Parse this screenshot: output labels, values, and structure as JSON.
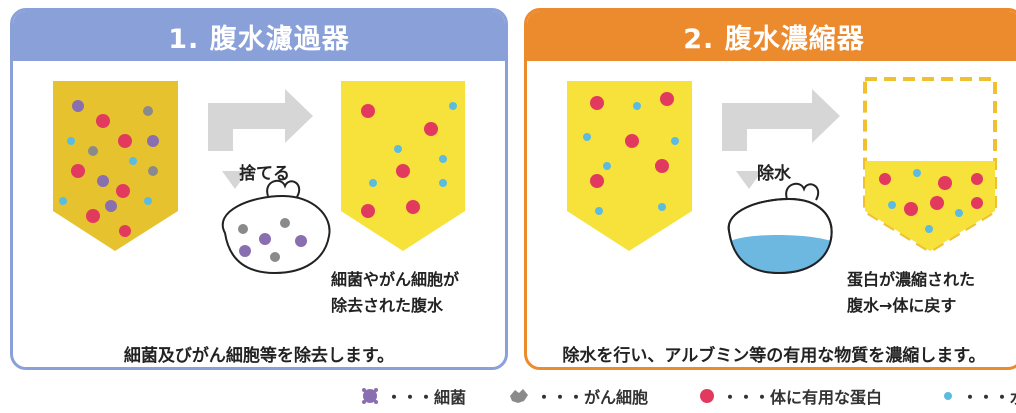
{
  "panel1": {
    "title": "1. 腹水濾過器",
    "discard_label": "捨てる",
    "result_line1": "細菌やがん細胞が",
    "result_line2": "除去された腹水",
    "caption": "細菌及びがん細胞等を除去します。"
  },
  "panel2": {
    "title": "2. 腹水濃縮器",
    "remove_label": "除水",
    "result_line1": "蛋白が濃縮された",
    "result_line2": "腹水→体に戻す",
    "caption": "除水を行い、アルブミン等の有用な物質を濃縮します。"
  },
  "legend": {
    "bacteria": "・・・細菌",
    "cancer": "・・・がん細胞",
    "protein": "・・・体に有用な蛋白",
    "water": "・・・水"
  },
  "colors": {
    "fluid": "#e6c32e",
    "fluid_light": "#f6e23a",
    "protein": "#e23a5e",
    "water": "#5bbbe0",
    "bacteria": "#8a6fb0",
    "cancer": "#8a8a8a",
    "panel1": "#8aa0d8",
    "panel2": "#ec8a2e"
  }
}
